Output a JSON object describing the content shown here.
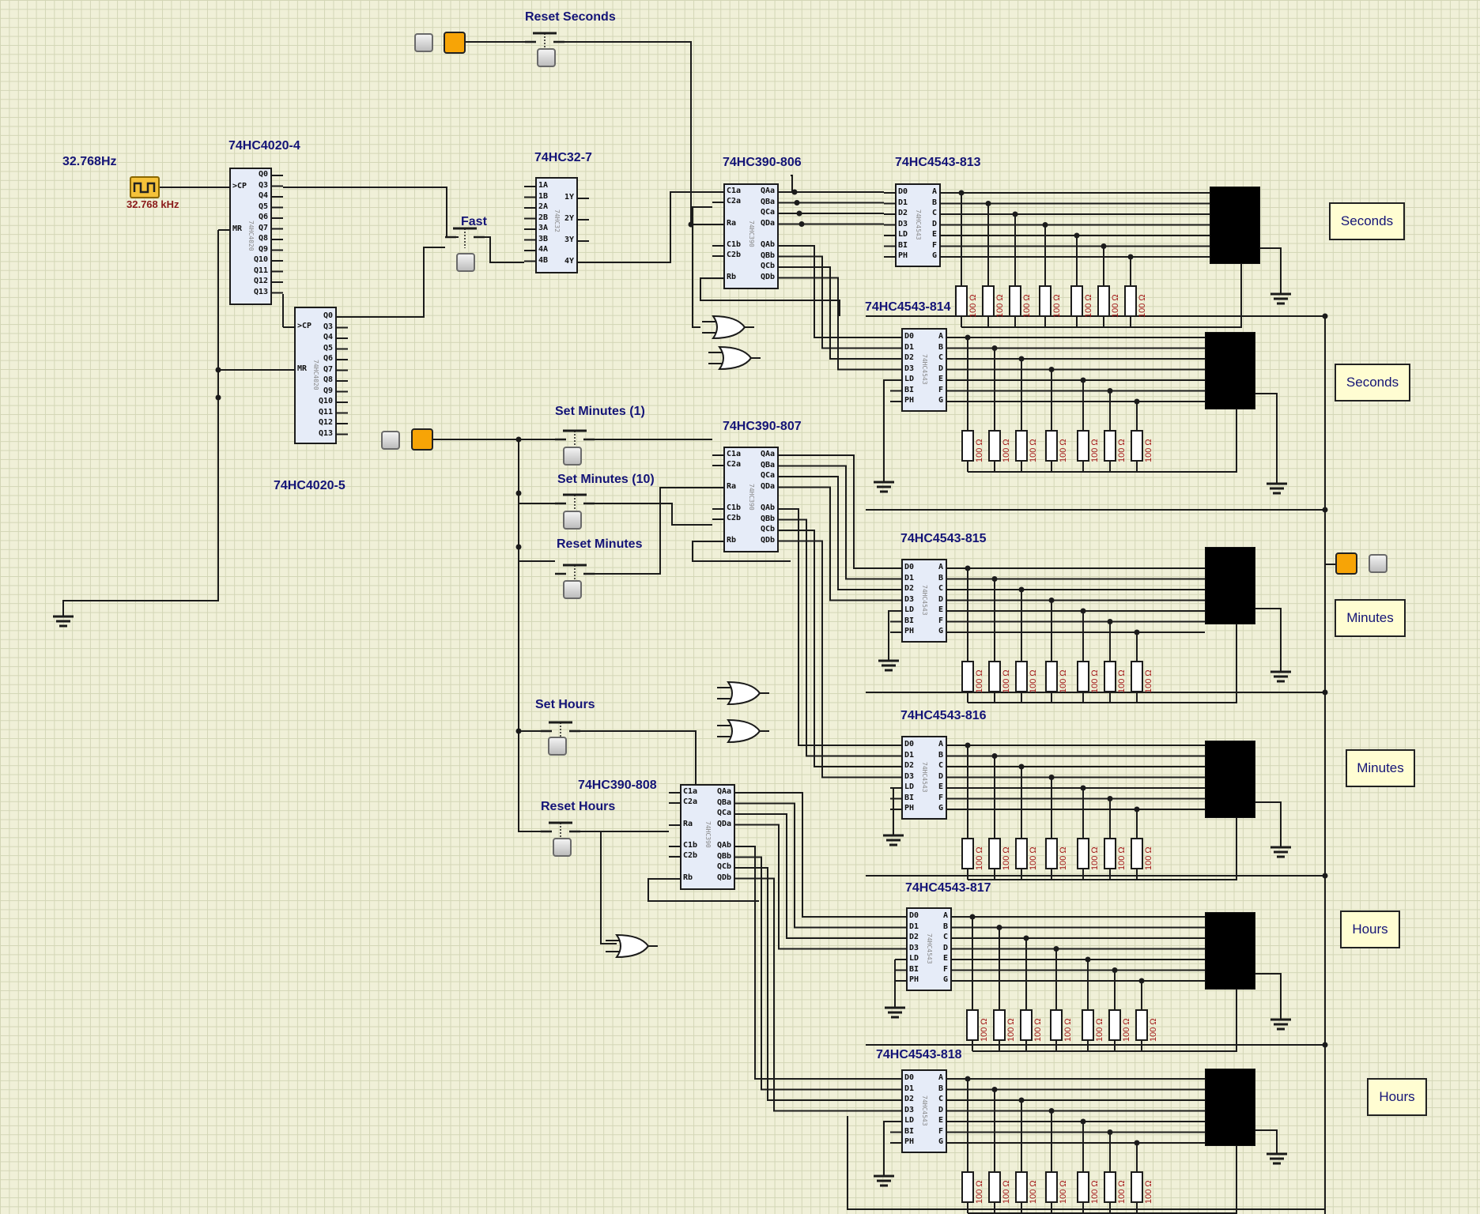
{
  "clock": {
    "label": "32.768Hz",
    "frequency": "32.768 kHz",
    "color": "#f5c23a"
  },
  "switches": {
    "reset_seconds": "Reset Seconds",
    "fast": "Fast",
    "set_minutes_1": "Set Minutes (1)",
    "set_minutes_10": "Set Minutes (10)",
    "reset_minutes": "Reset Minutes",
    "set_hours": "Set Hours",
    "reset_hours": "Reset Hours"
  },
  "chips": {
    "c4020_4": {
      "name": "74HC4020-4",
      "left_pins": [
        ">CP",
        "MR"
      ],
      "right_pins": [
        "Q0",
        "Q3",
        "Q4",
        "Q5",
        "Q6",
        "Q7",
        "Q8",
        "Q9",
        "Q10",
        "Q11",
        "Q12",
        "Q13"
      ],
      "tag": "74HC4020"
    },
    "c4020_5": {
      "name": "74HC4020-5",
      "left_pins": [
        ">CP",
        "MR"
      ],
      "right_pins": [
        "Q0",
        "Q3",
        "Q4",
        "Q5",
        "Q6",
        "Q7",
        "Q8",
        "Q9",
        "Q10",
        "Q11",
        "Q12",
        "Q13"
      ],
      "tag": "74HC4020"
    },
    "c32_7": {
      "name": "74HC32-7",
      "left_pins": [
        "1A",
        "1B",
        "2A",
        "2B",
        "3A",
        "3B",
        "4A",
        "4B"
      ],
      "right_pins": [
        "1Y",
        "2Y",
        "3Y",
        "4Y"
      ],
      "tag": "74HC32"
    },
    "c390_806": {
      "name": "74HC390-806",
      "left_pins": [
        "C1a",
        "C2a",
        "Ra",
        "C1b",
        "C2b",
        "Rb"
      ],
      "right_pins": [
        "QAa",
        "QBa",
        "QCa",
        "QDa",
        "QAb",
        "QBb",
        "QCb",
        "QDb"
      ],
      "tag": "74HC390"
    },
    "c390_807": {
      "name": "74HC390-807",
      "left_pins": [
        "C1a",
        "C2a",
        "Ra",
        "C1b",
        "C2b",
        "Rb"
      ],
      "right_pins": [
        "QAa",
        "QBa",
        "QCa",
        "QDa",
        "QAb",
        "QBb",
        "QCb",
        "QDb"
      ],
      "tag": "74HC390"
    },
    "c390_808": {
      "name": "74HC390-808",
      "left_pins": [
        "C1a",
        "C2a",
        "Ra",
        "C1b",
        "C2b",
        "Rb"
      ],
      "right_pins": [
        "QAa",
        "QBa",
        "QCa",
        "QDa",
        "QAb",
        "QBb",
        "QCb",
        "QDb"
      ],
      "tag": "74HC390"
    },
    "decoder_pins": {
      "left": [
        "D0",
        "D1",
        "D2",
        "D3",
        "LD",
        "BI",
        "PH"
      ],
      "right": [
        "A",
        "B",
        "C",
        "D",
        "E",
        "F",
        "G"
      ],
      "tag": "74HC4543"
    },
    "decoders": [
      {
        "name": "74HC4543-813"
      },
      {
        "name": "74HC4543-814"
      },
      {
        "name": "74HC4543-815"
      },
      {
        "name": "74HC4543-816"
      },
      {
        "name": "74HC4543-817"
      },
      {
        "name": "74HC4543-818"
      }
    ]
  },
  "resistor_label": "100 Ω",
  "display_labels": [
    "Seconds",
    "Seconds",
    "Minutes",
    "Minutes",
    "Hours",
    "Hours"
  ],
  "colors": {
    "background": "#f0f0d8",
    "grid": "#d3d6b6",
    "chip_fill": "#e6ecf8",
    "label": "#141477",
    "resistor_label": "#a31717",
    "led_on": "#f7a406",
    "wire": "#1b1b1b"
  }
}
